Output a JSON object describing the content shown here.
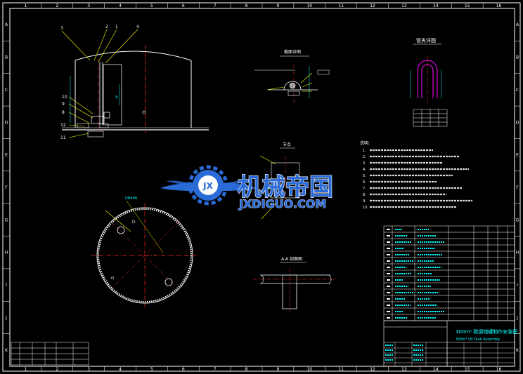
{
  "frame": {
    "col_marks_top": [
      "1",
      "2",
      "3",
      "4",
      "5",
      "6",
      "7",
      "8",
      "9",
      "10",
      "11",
      "12",
      "13",
      "14",
      "15",
      "16"
    ],
    "row_marks_left": [
      "A",
      "B",
      "C",
      "D",
      "E",
      "F",
      "G",
      "H",
      "I",
      "J",
      "K"
    ]
  },
  "colors": {
    "background": "#000000",
    "frame": "#ffffff",
    "tank": "#ffffff",
    "centerline": "#ff2a2a",
    "dimension": "#00ffff",
    "leader": "#ffff00",
    "detail": "#ff00ff",
    "table": "#ffffff",
    "logo_blue": "#2a6bd8"
  },
  "elevation": {
    "callouts": [
      "3",
      "2",
      "1",
      "4"
    ],
    "side_labels": [
      "10",
      "9",
      "8",
      "12",
      "11"
    ]
  },
  "plan": {
    "dim_label": "DN400"
  },
  "details": {
    "pipe_support_title": "管夹详图",
    "section_title": "截面详图",
    "small_title": "节点",
    "tee_title": "A-A 剖面图"
  },
  "notes": {
    "title": "说明:",
    "items": [
      "1.",
      "2.",
      "3.",
      "4.",
      "5.",
      "6.",
      "7.",
      "8.",
      "9.",
      "10."
    ]
  },
  "watermark": {
    "logo_letters": "JX",
    "cn": "机械帝国",
    "en": "JXDIGUO.COM"
  },
  "title_block": {
    "title_main": "300m³ 碳钢储罐制作安装图",
    "title_sub": "300m³ Oil Tank Assembly"
  }
}
